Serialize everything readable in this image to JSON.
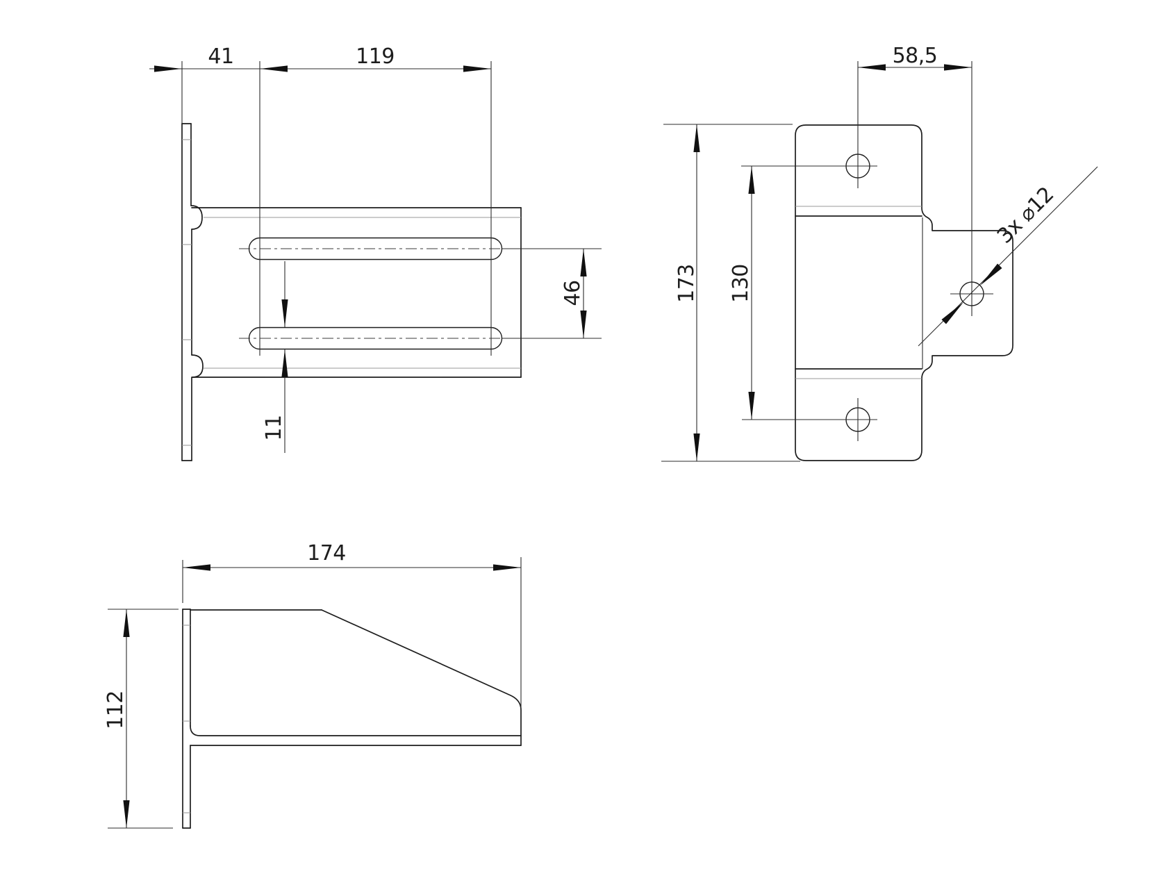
{
  "document": {
    "type": "technical-drawing",
    "background": "#ffffff",
    "stroke_color": "#1d1d1d",
    "bend_line_color": "#9a9a9a"
  },
  "views": {
    "front": {
      "name": "front-view-with-slots",
      "dimensions": {
        "flange_to_slot": "41",
        "slot_length": "119",
        "slot_spacing": "46",
        "slot_width": "11"
      }
    },
    "side": {
      "name": "side-view-mounting-plate",
      "dimensions": {
        "hole_offset_horizontal": "58,5",
        "overall_height": "173",
        "hole_spacing": "130"
      },
      "hole_callout": "3x ⌀12"
    },
    "plan": {
      "name": "plan-view-gusset",
      "dimensions": {
        "overall_depth": "174",
        "overall_height": "112"
      }
    }
  }
}
